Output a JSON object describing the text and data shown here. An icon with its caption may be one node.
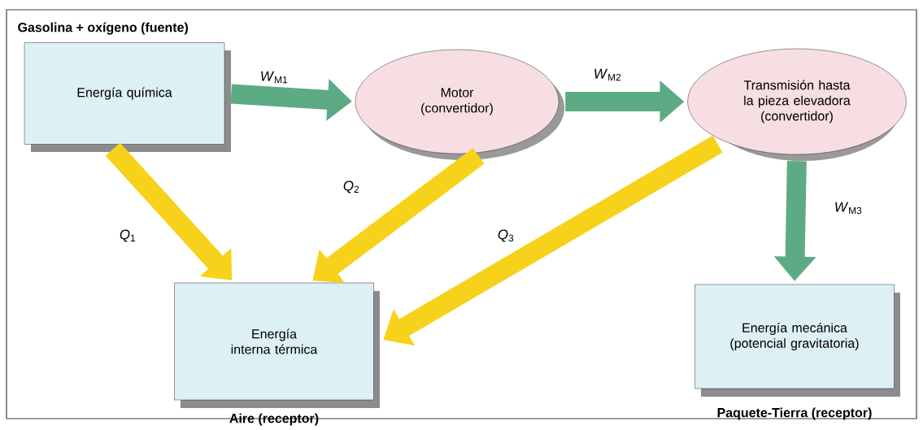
{
  "diagram": {
    "nodes": [
      {
        "text": [
          "Gasolina + oxígeno (fuente)",
          "Energía química"
        ]
      },
      {
        "text": [
          "Motor (convertidor)"
        ]
      },
      {
        "text": [
          "Transmisión hasta la pieza elevadora (convertidor)"
        ]
      },
      {
        "text": [
          "Energía interna térmica",
          "Aire (receptor)"
        ]
      },
      {
        "text": [
          "Energía mecánica (potencial gravitatoria)",
          "Paquete-Tierra (receptor)"
        ]
      }
    ],
    "edges": [
      {
        "from": 0,
        "to": 1,
        "arrow": "to",
        "label": "*W*$_{M1}$",
        "color": "#5cab84"
      },
      {
        "from": 1,
        "to": 2,
        "arrow": "to",
        "label": "*W*$_{M2}$",
        "color": "#5cab84"
      },
      {
        "from": 2,
        "to": 4,
        "arrow": "to",
        "label": "*W*$_{M3}$",
        "color": "#5cab84"
      },
      {
        "from": 0,
        "to": 3,
        "arrow": "to",
        "label": "*Q*$_{1}$",
        "color": "#f6d21a"
      },
      {
        "from": 1,
        "to": 3,
        "arrow": "to",
        "label": "*Q*$_{2}$",
        "color": "#f6d21a"
      },
      {
        "from": 2,
        "to": 3,
        "arrow": "to",
        "label": "*Q*$_{3}$",
        "color": "#f6d21a"
      }
    ]
  }
}
